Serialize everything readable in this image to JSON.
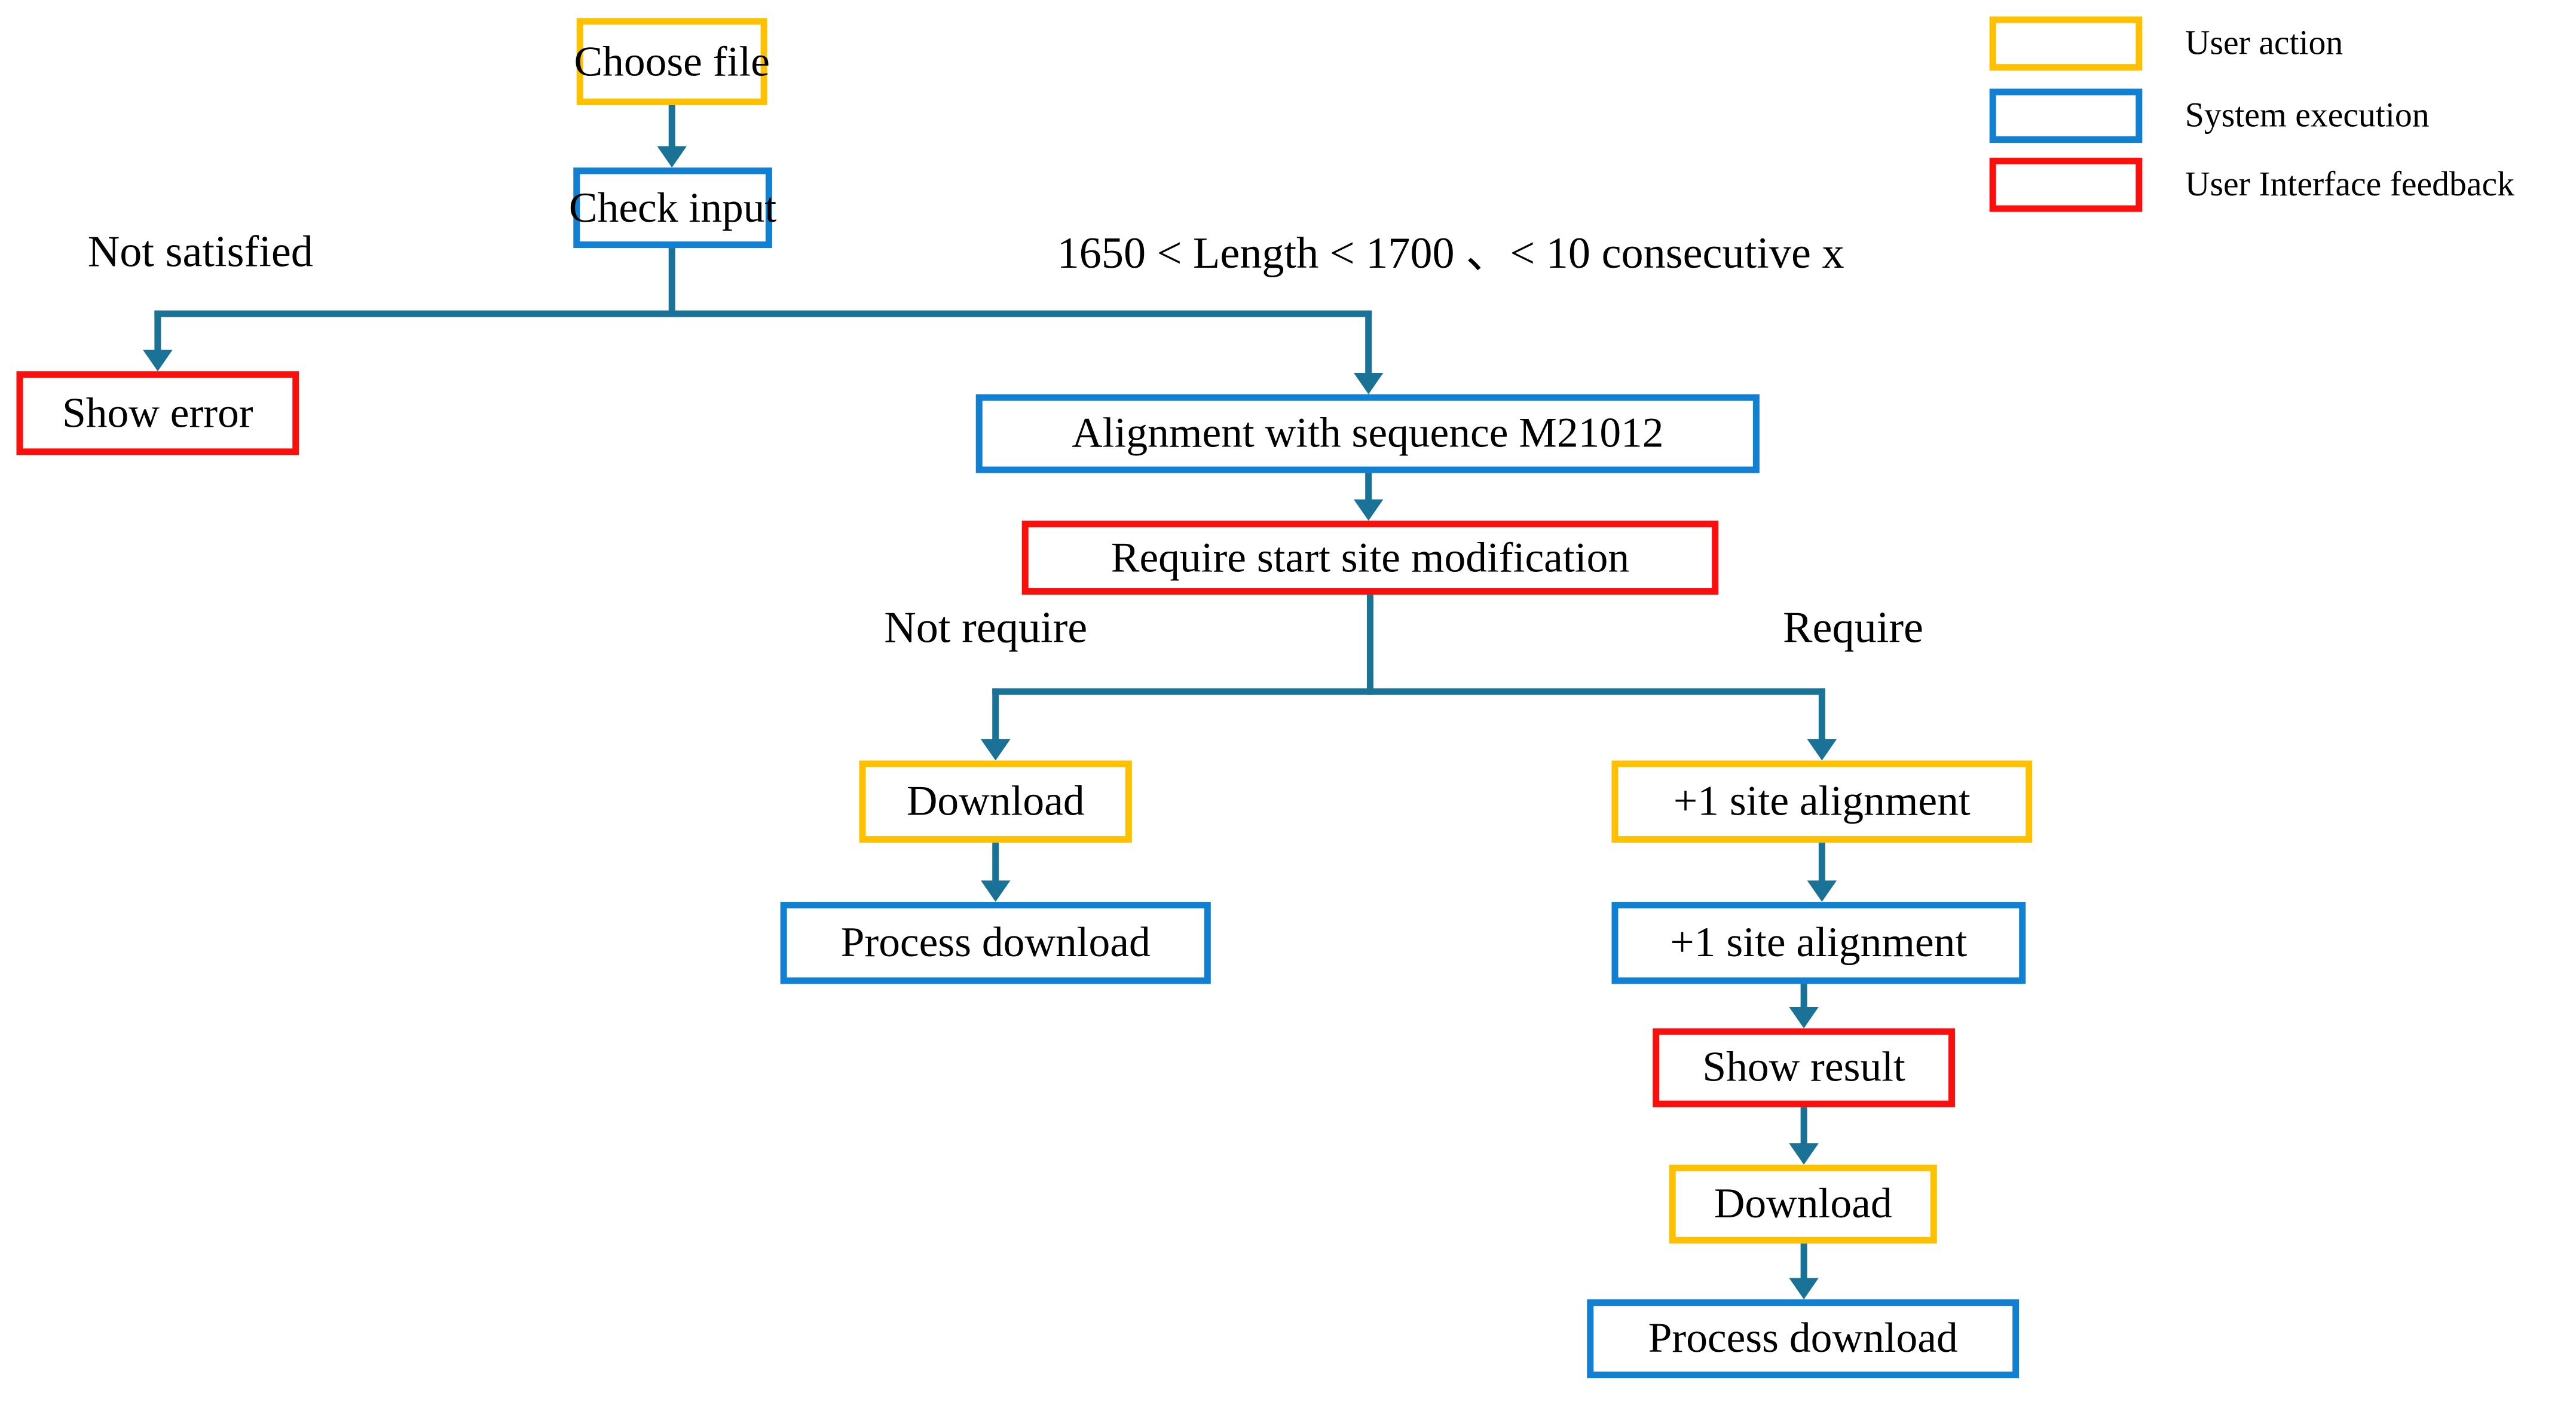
{
  "colors": {
    "user_action": "#FFC000",
    "system_execution": "#1180D2",
    "ui_feedback": "#FB0F0C",
    "connector": "#1A7396",
    "text": "#000000",
    "background": "#FFFFFF"
  },
  "nodes": [
    {
      "id": "choose-file",
      "label": "Choose file",
      "type": "user_action"
    },
    {
      "id": "check-input",
      "label": "Check input",
      "type": "system_execution"
    },
    {
      "id": "show-error",
      "label": "Show error",
      "type": "ui_feedback"
    },
    {
      "id": "alignment-m21012",
      "label": "Alignment with sequence M21012",
      "type": "system_execution"
    },
    {
      "id": "require-start-site-modification",
      "label": "Require start site modification",
      "type": "ui_feedback"
    },
    {
      "id": "download-1",
      "label": "Download",
      "type": "user_action"
    },
    {
      "id": "process-download-1",
      "label": "Process download",
      "type": "system_execution"
    },
    {
      "id": "plus1-site-alignment-1",
      "label": "+1 site alignment",
      "type": "user_action"
    },
    {
      "id": "plus1-site-alignment-2",
      "label": "+1 site alignment",
      "type": "system_execution"
    },
    {
      "id": "show-result",
      "label": "Show result",
      "type": "ui_feedback"
    },
    {
      "id": "download-2",
      "label": "Download",
      "type": "user_action"
    },
    {
      "id": "process-download-2",
      "label": "Process download",
      "type": "system_execution"
    }
  ],
  "labels": {
    "not_satisfied": "Not satisfied",
    "condition": "1650 < Length < 1700 、< 10 consecutive x",
    "not_require": "Not require",
    "require": "Require"
  },
  "edges": [
    {
      "from": "choose-file",
      "to": "check-input"
    },
    {
      "from": "check-input",
      "to": "show-error",
      "label": "Not satisfied"
    },
    {
      "from": "check-input",
      "to": "alignment-m21012",
      "label": "1650 < Length < 1700 、< 10 consecutive x"
    },
    {
      "from": "alignment-m21012",
      "to": "require-start-site-modification"
    },
    {
      "from": "require-start-site-modification",
      "to": "download-1",
      "label": "Not require"
    },
    {
      "from": "require-start-site-modification",
      "to": "plus1-site-alignment-1",
      "label": "Require"
    },
    {
      "from": "download-1",
      "to": "process-download-1"
    },
    {
      "from": "plus1-site-alignment-1",
      "to": "plus1-site-alignment-2"
    },
    {
      "from": "plus1-site-alignment-2",
      "to": "show-result"
    },
    {
      "from": "show-result",
      "to": "download-2"
    },
    {
      "from": "download-2",
      "to": "process-download-2"
    }
  ],
  "legend": {
    "items": [
      {
        "label": "User action",
        "type": "user_action"
      },
      {
        "label": "System execution",
        "type": "system_execution"
      },
      {
        "label": "User Interface feedback",
        "type": "ui_feedback"
      }
    ]
  }
}
